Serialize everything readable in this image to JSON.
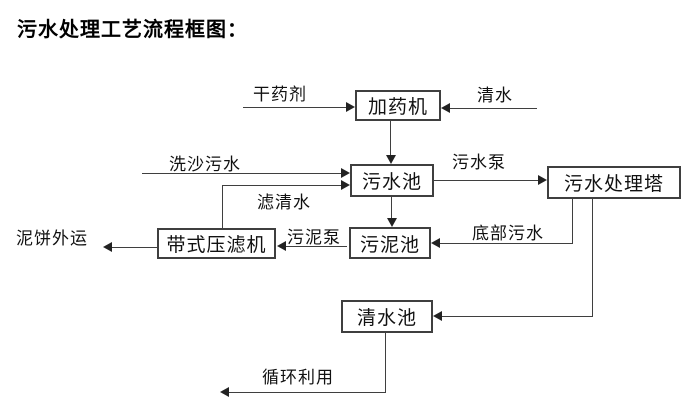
{
  "title": "污水处理工艺流程框图：",
  "colors": {
    "line": "#3f3f3f",
    "text": "#111111",
    "background": "#ffffff"
  },
  "nodes": [
    {
      "id": "dosing-machine",
      "label": "加药机"
    },
    {
      "id": "sewage-pool",
      "label": "污水池"
    },
    {
      "id": "sewage-treatment-tower",
      "label": "污水处理塔"
    },
    {
      "id": "sludge-pool",
      "label": "污泥池"
    },
    {
      "id": "belt-filter-press",
      "label": "带式压滤机"
    },
    {
      "id": "clean-water-pool",
      "label": "清水池"
    }
  ],
  "edges": [
    {
      "from": "外部",
      "to": "加药机",
      "label": "干药剂"
    },
    {
      "from": "外部",
      "to": "加药机",
      "label": "清水"
    },
    {
      "from": "加药机",
      "to": "污水池",
      "label": ""
    },
    {
      "from": "外部",
      "to": "污水池",
      "label": "洗沙污水"
    },
    {
      "from": "带式压滤机",
      "to": "污水池",
      "label": "滤清水"
    },
    {
      "from": "污水池",
      "to": "污水处理塔",
      "label": "污水泵"
    },
    {
      "from": "污水池",
      "to": "污泥池",
      "label": ""
    },
    {
      "from": "污水处理塔",
      "to": "污泥池",
      "label": "底部污水"
    },
    {
      "from": "污泥池",
      "to": "带式压滤机",
      "label": "污泥泵"
    },
    {
      "from": "带式压滤机",
      "to": "外运",
      "label": "泥饼外运"
    },
    {
      "from": "污水处理塔",
      "to": "清水池",
      "label": ""
    },
    {
      "from": "清水池",
      "to": "回用",
      "label": "循环利用"
    }
  ]
}
